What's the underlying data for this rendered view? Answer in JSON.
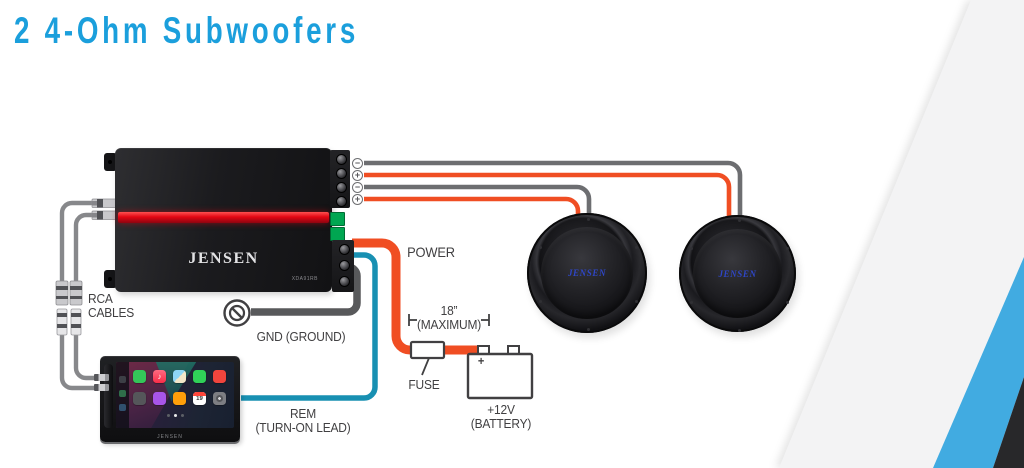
{
  "title": "2 4-Ohm Subwoofers",
  "colors": {
    "accent_cyan": "#1B9FDC",
    "power_wire_orange": "#F04E23",
    "remote_wire_blue": "#1890B2",
    "ground_wire_gray": "#58595B",
    "speaker_wire_gray": "#6D6E71",
    "rca_cable_gray": "#87888B",
    "terminal_green": "#00A651",
    "label_text": "#414042",
    "decor_blue": "#41ABE1",
    "decor_dark": "#28282A",
    "subwoofer_logo_blue": "#2E46C8",
    "amp_stripe_red": "#E30613"
  },
  "labels": {
    "rca_line1": "RCA",
    "rca_line2": "CABLES",
    "power": "POWER",
    "ground": "GND (GROUND)",
    "remote_line1": "REM",
    "remote_line2": "(TURN-ON LEAD)",
    "fuse": "FUSE",
    "max_line1": "18”",
    "max_line2": "(MAXIMUM)",
    "battery_line1": "+12V",
    "battery_line2": "(BATTERY)",
    "battery_plus": "+"
  },
  "amplifier": {
    "brand": "JENSEN",
    "model": "XDA91RB",
    "speaker_terminals": [
      "−",
      "+",
      "−",
      "+"
    ]
  },
  "subwoofers": {
    "left_brand": "JENSEN",
    "right_brand": "JENSEN"
  },
  "head_unit": {
    "brand": "JENSEN",
    "calendar_date": "19",
    "apps": [
      "phone",
      "music",
      "maps",
      "messages",
      "now-playing",
      "oem-app",
      "podcasts",
      "audiobooks",
      "calendar",
      "settings"
    ]
  }
}
